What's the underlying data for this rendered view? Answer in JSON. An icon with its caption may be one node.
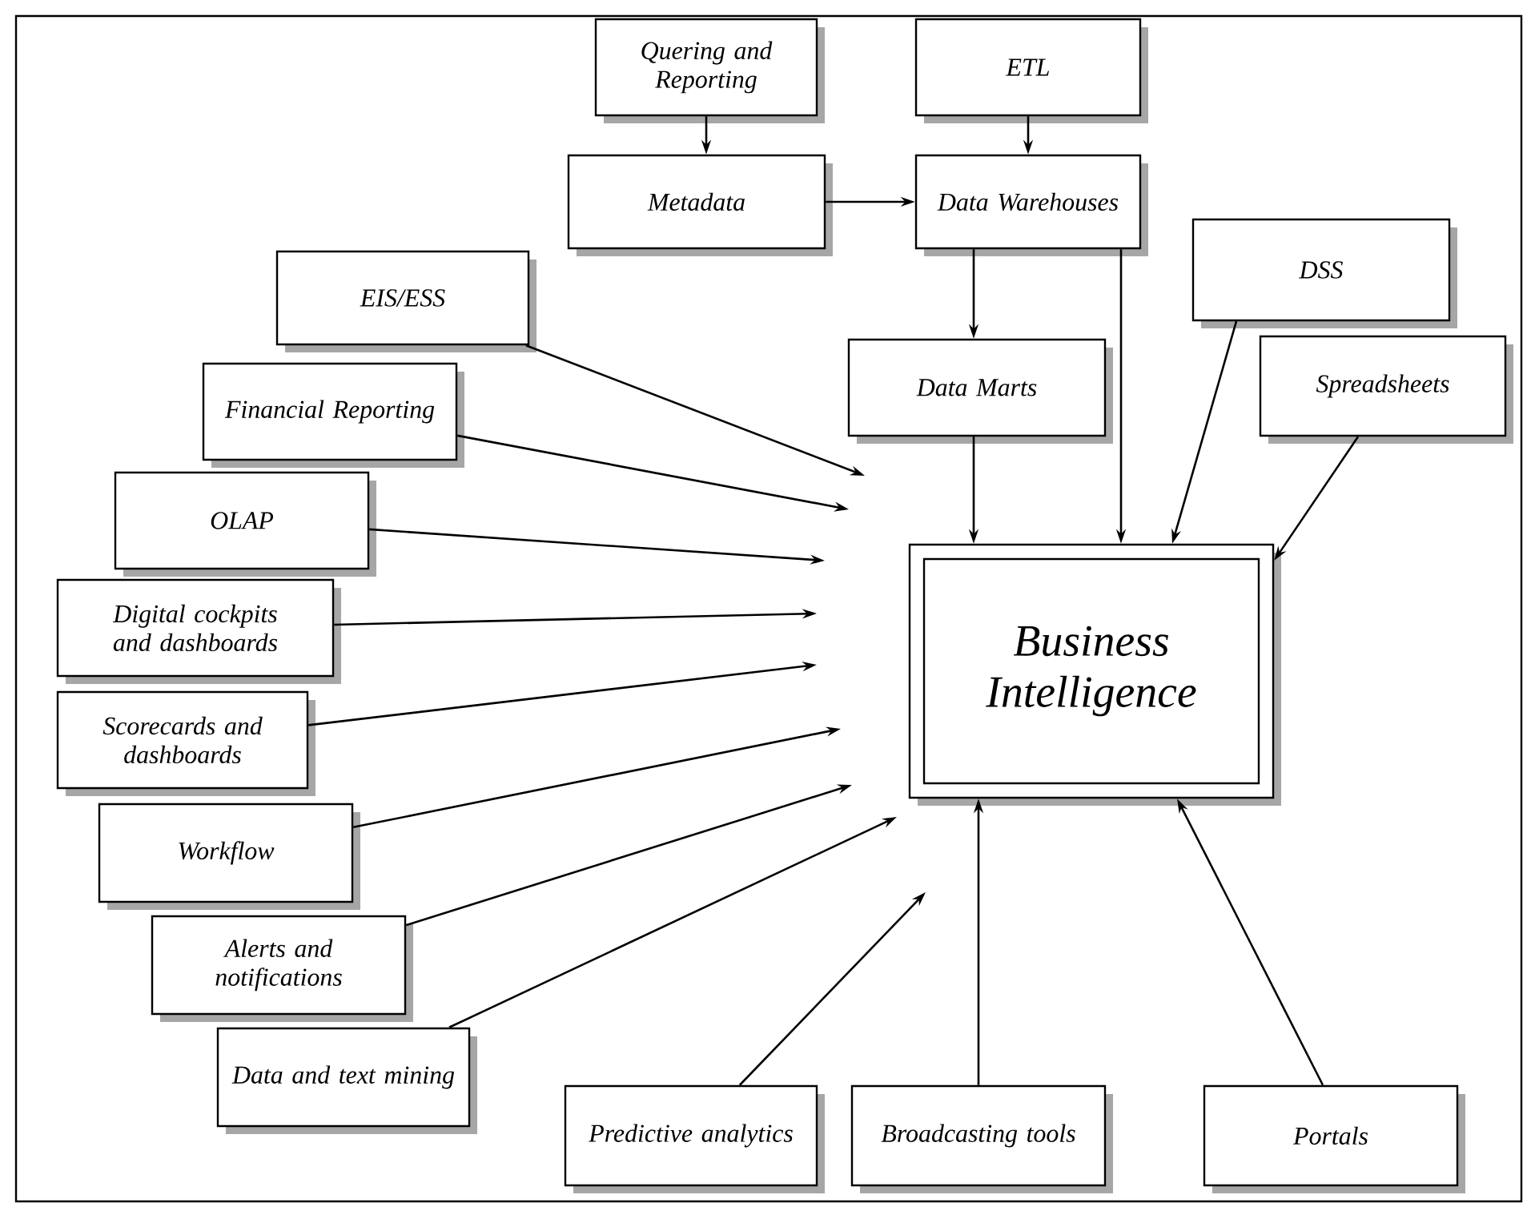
{
  "diagram": {
    "nodes": [
      {
        "text": [
          "Quering and Reporting"
        ]
      },
      {
        "text": [
          "ETL"
        ]
      },
      {
        "text": [
          "Metadata"
        ]
      },
      {
        "text": [
          "Data Warehouses"
        ]
      },
      {
        "text": [
          "EIS/ESS"
        ]
      },
      {
        "text": [
          "DSS"
        ]
      },
      {
        "text": [
          "Financial Reporting"
        ]
      },
      {
        "text": [
          "Data Marts"
        ]
      },
      {
        "text": [
          "Spreadsheets"
        ]
      },
      {
        "text": [
          "OLAP"
        ]
      },
      {
        "text": [
          "Business Intelligence"
        ]
      },
      {
        "text": [
          "Digital cockpits and dashboards"
        ]
      },
      {
        "text": [
          "Scorecards and dashboards"
        ]
      },
      {
        "text": [
          "Workflow"
        ]
      },
      {
        "text": [
          "Alerts and notifications"
        ]
      },
      {
        "text": [
          "Data and text mining"
        ]
      },
      {
        "text": [
          "Predictive analytics"
        ]
      },
      {
        "text": [
          "Broadcasting tools"
        ]
      },
      {
        "text": [
          "Portals"
        ]
      }
    ],
    "edges": [
      {
        "from": 0,
        "to": 2,
        "arrow": "to"
      },
      {
        "from": 1,
        "to": 3,
        "arrow": "to"
      },
      {
        "from": 2,
        "to": 3,
        "arrow": "to"
      },
      {
        "from": 3,
        "to": 7,
        "arrow": "to"
      },
      {
        "from": 3,
        "to": 10,
        "arrow": "to"
      },
      {
        "from": 7,
        "to": 10,
        "arrow": "to"
      },
      {
        "from": 5,
        "to": 10,
        "arrow": "to"
      },
      {
        "from": 8,
        "to": 10,
        "arrow": "to"
      },
      {
        "from": 17,
        "to": 10,
        "arrow": "to"
      },
      {
        "from": 18,
        "to": 10,
        "arrow": "to"
      },
      {
        "from": 4,
        "to": null,
        "arrow": "to"
      },
      {
        "from": 6,
        "to": null,
        "arrow": "to"
      },
      {
        "from": 9,
        "to": null,
        "arrow": "to"
      },
      {
        "from": 11,
        "to": null,
        "arrow": "to"
      },
      {
        "from": 12,
        "to": null,
        "arrow": "to"
      },
      {
        "from": 13,
        "to": null,
        "arrow": "to"
      },
      {
        "from": 14,
        "to": null,
        "arrow": "to"
      },
      {
        "from": 15,
        "to": null,
        "arrow": "to"
      },
      {
        "from": 16,
        "to": null,
        "arrow": "to"
      }
    ]
  }
}
